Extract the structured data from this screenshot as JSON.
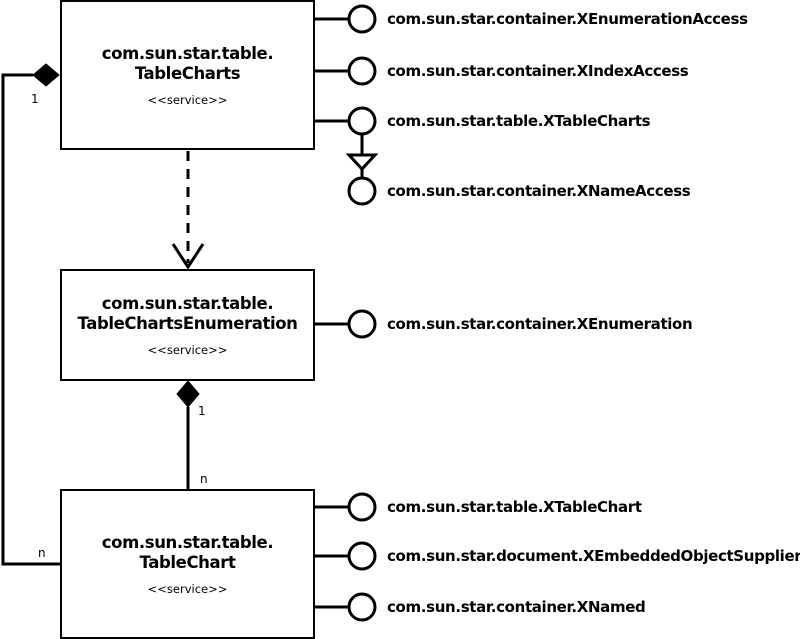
{
  "services": [
    {
      "title_line1": "com.sun.star.table.",
      "title_line2": "TableCharts",
      "stereotype": "<<service>>"
    },
    {
      "title_line1": "com.sun.star.table.",
      "title_line2": "TableChartsEnumeration",
      "stereotype": "<<service>>"
    },
    {
      "title_line1": "com.sun.star.table.",
      "title_line2": "TableChart",
      "stereotype": "<<service>>"
    }
  ],
  "interfaces": [
    "com.sun.star.container.XEnumerationAccess",
    "com.sun.star.container.XIndexAccess",
    "com.sun.star.table.XTableCharts",
    "com.sun.star.container.XNameAccess",
    "com.sun.star.container.XEnumeration",
    "com.sun.star.table.XTableChart",
    "com.sun.star.document.XEmbeddedObjectSupplier",
    "com.sun.star.container.XNamed"
  ],
  "multiplicities": {
    "charts_to_chart_source": "1",
    "charts_to_chart_target": "n",
    "enumeration_to_chart_source": "1",
    "enumeration_to_chart_target": "n"
  }
}
